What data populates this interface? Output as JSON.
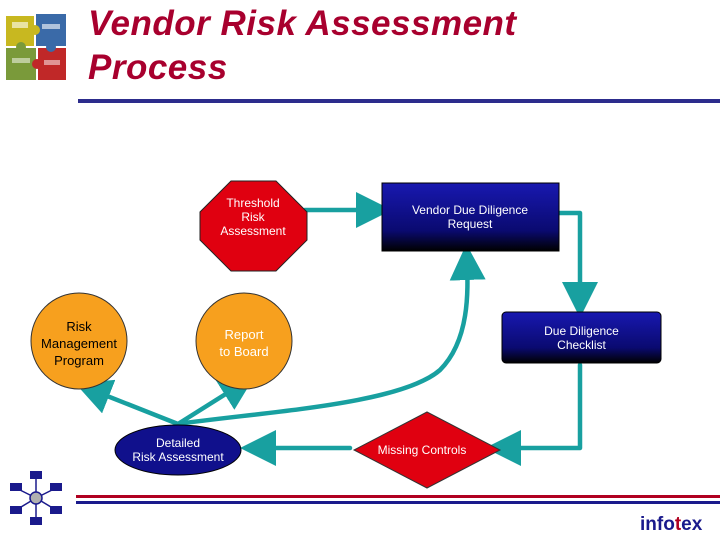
{
  "slide": {
    "title_line1": "Vendor Risk Assessment",
    "title_line2": "Process"
  },
  "nodes": {
    "threshold": {
      "line1": "Threshold",
      "line2": "Risk",
      "line3": "Assessment"
    },
    "vendor_request": {
      "line1": "Vendor Due Diligence",
      "line2": "Request"
    },
    "risk_program": {
      "line1": "Risk",
      "line2": "Management",
      "line3": "Program"
    },
    "report_board": {
      "line1": "Report",
      "line2": "to Board"
    },
    "checklist": {
      "line1": "Due Diligence",
      "line2": "Checklist"
    },
    "detailed": {
      "line1": "Detailed",
      "line2": "Risk Assessment"
    },
    "missing": {
      "line1": "Missing Controls"
    }
  },
  "footer": {
    "brand_part1": "info",
    "brand_part2": "t",
    "brand_part3": "ex"
  },
  "colors": {
    "title": "#a8002e",
    "arrow": "#18a0a0",
    "stop_red": "#e00010",
    "orange": "#f7a01e",
    "navy": "#10108c",
    "rule_blue": "#2c2c8c",
    "rule_red": "#b00020"
  }
}
